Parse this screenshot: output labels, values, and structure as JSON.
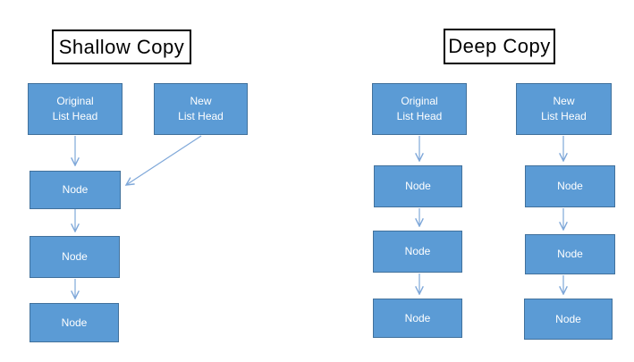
{
  "shallow": {
    "title": "Shallow Copy",
    "original_head": [
      "Original",
      "List Head"
    ],
    "new_head": [
      "New",
      "List Head"
    ],
    "nodes": [
      "Node",
      "Node",
      "Node"
    ]
  },
  "deep": {
    "title": "Deep Copy",
    "original_head": [
      "Original",
      "List Head"
    ],
    "new_head": [
      "New",
      "List Head"
    ],
    "original_nodes": [
      "Node",
      "Node",
      "Node"
    ],
    "new_nodes": [
      "Node",
      "Node",
      "Node"
    ]
  },
  "colors": {
    "box_fill": "#5b9bd5",
    "box_border": "#41719c",
    "arrow": "#7fa8d9",
    "title_border": "#000000",
    "background": "#ffffff",
    "box_text": "#ffffff",
    "title_text": "#000000"
  }
}
